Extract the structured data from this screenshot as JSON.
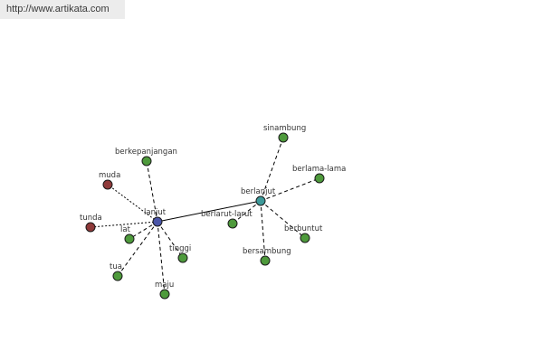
{
  "header": {
    "url": "http://www.artikata.com"
  },
  "colors": {
    "synonym": "#4e9a3c",
    "antonym": "#8f3a3a",
    "hub_primary": "#4a55a8",
    "hub_secondary": "#3d9a9a"
  },
  "graph": {
    "nodes": [
      {
        "id": "lanjut",
        "label": "lanjut",
        "kind": "hub_primary"
      },
      {
        "id": "berlanjut",
        "label": "berlanjut",
        "kind": "hub_secondary"
      },
      {
        "id": "berkepanjangan",
        "label": "berkepanjangan",
        "kind": "synonym"
      },
      {
        "id": "muda",
        "label": "muda",
        "kind": "antonym"
      },
      {
        "id": "tunda",
        "label": "tunda",
        "kind": "antonym"
      },
      {
        "id": "lat",
        "label": "lat",
        "kind": "synonym"
      },
      {
        "id": "tinggi",
        "label": "tinggi",
        "kind": "synonym"
      },
      {
        "id": "tua",
        "label": "tua",
        "kind": "synonym"
      },
      {
        "id": "maju",
        "label": "maju",
        "kind": "synonym"
      },
      {
        "id": "sinambung",
        "label": "sinambung",
        "kind": "synonym"
      },
      {
        "id": "berlama-lama",
        "label": "berlama-lama",
        "kind": "synonym"
      },
      {
        "id": "berlarut-larut",
        "label": "berlarut-larut",
        "kind": "synonym"
      },
      {
        "id": "berbuntut",
        "label": "berbuntut",
        "kind": "synonym"
      },
      {
        "id": "bersambung",
        "label": "bersambung",
        "kind": "synonym"
      }
    ],
    "edges": [
      {
        "from": "lanjut",
        "to": "berlanjut",
        "style": "solid"
      },
      {
        "from": "lanjut",
        "to": "berkepanjangan",
        "style": "dash"
      },
      {
        "from": "lanjut",
        "to": "muda",
        "style": "dot"
      },
      {
        "from": "lanjut",
        "to": "tunda",
        "style": "dot"
      },
      {
        "from": "lanjut",
        "to": "lat",
        "style": "dash"
      },
      {
        "from": "lanjut",
        "to": "tinggi",
        "style": "dash"
      },
      {
        "from": "lanjut",
        "to": "tua",
        "style": "dash"
      },
      {
        "from": "lanjut",
        "to": "maju",
        "style": "dash"
      },
      {
        "from": "berlanjut",
        "to": "sinambung",
        "style": "dash"
      },
      {
        "from": "berlanjut",
        "to": "berlama-lama",
        "style": "dash"
      },
      {
        "from": "berlanjut",
        "to": "berlarut-larut",
        "style": "dash"
      },
      {
        "from": "berlanjut",
        "to": "berbuntut",
        "style": "dash"
      },
      {
        "from": "berlanjut",
        "to": "bersambung",
        "style": "dash"
      }
    ]
  }
}
